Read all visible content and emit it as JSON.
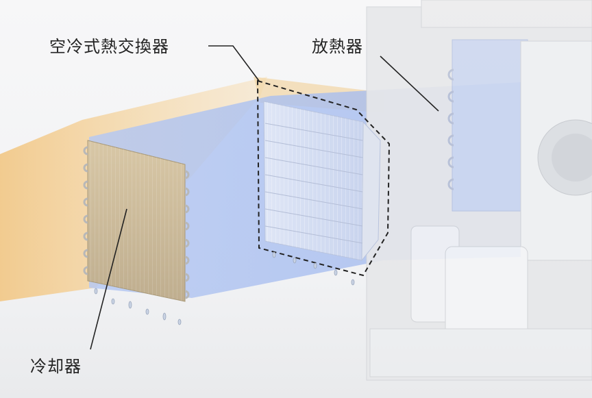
{
  "labels": {
    "heat_exchanger": "空冷式熱交換器",
    "radiator": "放熱器",
    "cooler": "冷却器"
  },
  "colors": {
    "warm_air": "#f2c98a",
    "cool_air": "#9fb6ee",
    "cooler_coil": "#c9b48f",
    "appliance_body": "#e7e8ea",
    "leader_line": "#222222"
  }
}
